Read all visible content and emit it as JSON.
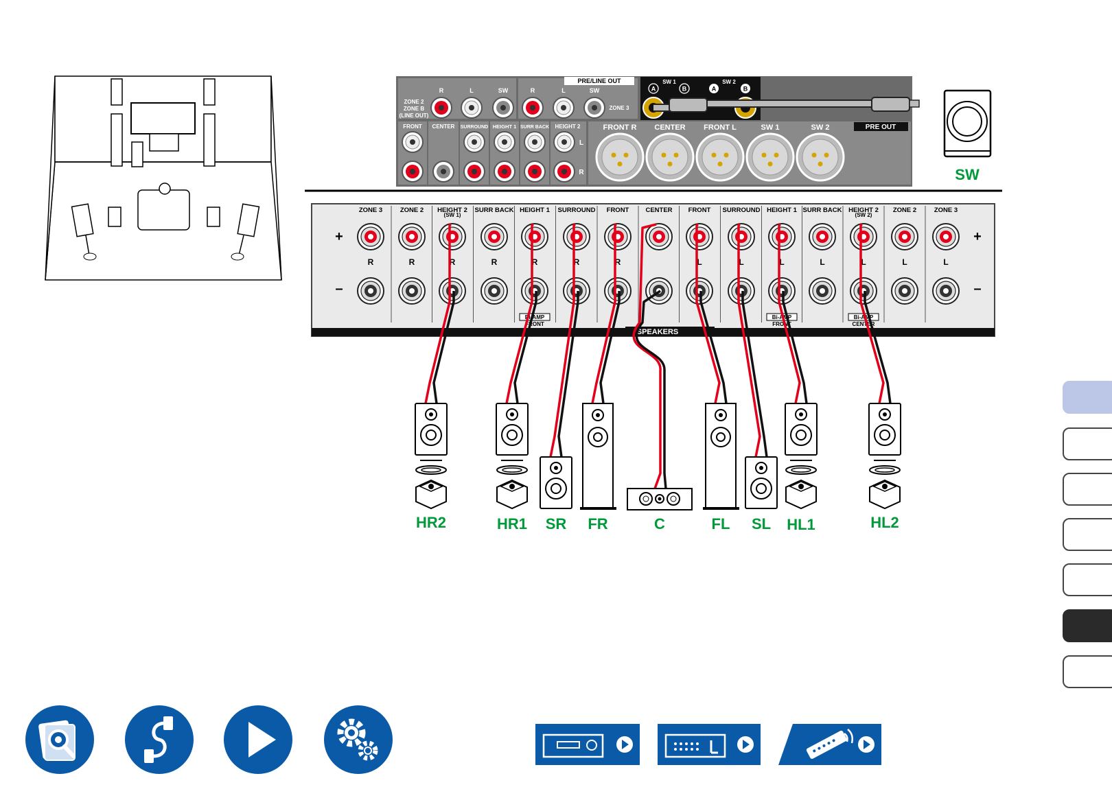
{
  "panel_top": {
    "pre_line_out": "PRE/LINE OUT",
    "zone_rca_cols": [
      "R",
      "L",
      "SW"
    ],
    "zone2_label_1": "ZONE 2",
    "zone2_label_2": "ZONE B",
    "zone2_label_3": "(LINE OUT)",
    "zone3_label": "ZONE 3",
    "sw1": "SW 1",
    "sw2": "SW 2",
    "ab": [
      "A",
      "B",
      "A",
      "B"
    ],
    "pre_rca_labels": [
      "FRONT",
      "CENTER",
      "SURROUND",
      "HEIGHT 1",
      "SURR BACK",
      "HEIGHT 2"
    ],
    "lr": [
      "L",
      "R"
    ],
    "xlr_labels": [
      "FRONT R",
      "CENTER",
      "FRONT L",
      "SW 1",
      "SW 2"
    ],
    "pre_out": "PRE OUT"
  },
  "subwoofer": {
    "name": "SW"
  },
  "speaker_panel": {
    "col_labels": [
      "ZONE 3",
      "ZONE 2",
      "HEIGHT 2",
      "SURR BACK",
      "HEIGHT 1",
      "SURROUND",
      "FRONT",
      "CENTER",
      "FRONT",
      "SURROUND",
      "HEIGHT 1",
      "SURR BACK",
      "HEIGHT 2",
      "ZONE 2",
      "ZONE 3"
    ],
    "sub_labels": [
      "(SW 1)",
      "(SW 2)"
    ],
    "channels": [
      "R",
      "R",
      "R",
      "R",
      "R",
      "R",
      "R",
      "",
      "L",
      "L",
      "L",
      "L",
      "L",
      "L",
      "L"
    ],
    "plus": "+",
    "minus": "–",
    "biamp": "Bi-AMP",
    "biamp_targets": [
      "FRONT",
      "FRONT",
      "CENTER"
    ],
    "speakers": "SPEAKERS"
  },
  "speakers": [
    "HR2",
    "HR1",
    "SR",
    "FR",
    "C",
    "FL",
    "SL",
    "HL1",
    "HL2"
  ],
  "colors": {
    "accent": "#009a3a",
    "nav_blue": "#0a5aa8",
    "cable_red": "#e3001b",
    "tab_active": "#bcc6e6"
  },
  "nav_icons": [
    "manual-search-icon",
    "connection-cable-icon",
    "playback-icon",
    "settings-gears-icon"
  ],
  "link_icons": [
    "front-panel-icon",
    "rear-panel-icon",
    "remote-control-icon"
  ]
}
